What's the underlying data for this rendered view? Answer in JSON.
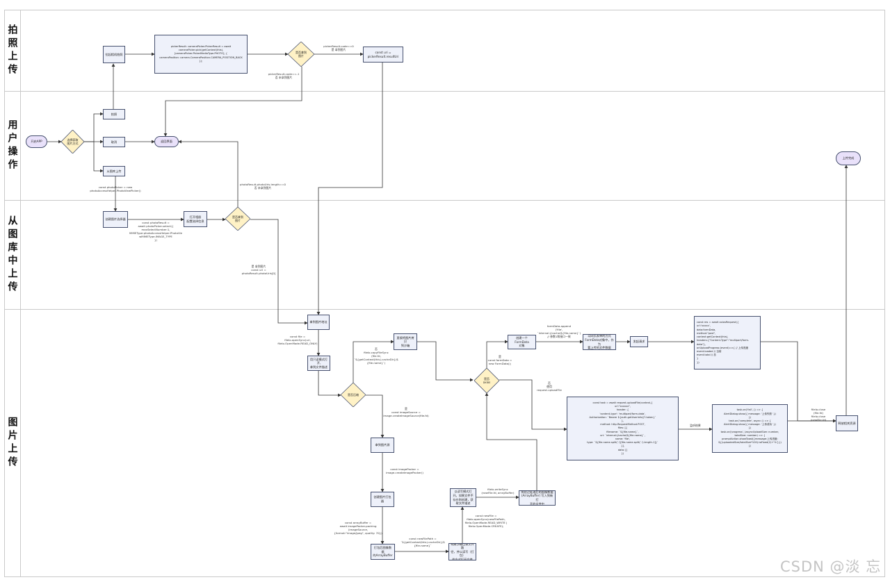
{
  "lanes": {
    "photo_upload": "拍照上传",
    "user_operation": "用户操作",
    "gallery_upload": "从图库中上传",
    "image_upload": "图片上传"
  },
  "nodes": {
    "start_app": "开启APP",
    "choose_method": "选择获取\n图片方式",
    "take_photo": "拍照",
    "cancel": "取消",
    "pick_from_gallery": "从图库上传",
    "return_page": "返回界面",
    "launch_camera": "拉起相机拍照",
    "camera_code": "pickerResult: cameraPicker.PickerResult = await\ncameraPicker.pick(getContext(this),\n[cameraPicker.PickerMediaType.PHOTO], {\ncameraPosition: camera.CameraPosition.CAMERA_POSITION_BACK\n});",
    "photo_taken_q": "是否拿到\n图片",
    "const_uri_camera": "const uri =\npickerResult.resultUri",
    "create_picker": "创建图片选择器",
    "open_gallery": "打开相册\n配置选择信息",
    "gallery_got_q": "是否拿到\n图片",
    "get_image_uri": "拿到图片地址",
    "open_readonly": "用只读模式打开,\n拿到文件描述",
    "choose_compress_q": "是否压缩",
    "copy_to_sandbox": "直接将图片拷贝\n到沙箱",
    "get_image_source": "拿到图片源",
    "create_packer": "创建图片打包器",
    "pack_to_buffer": "打包后图像数据\n的ArrayBuffer",
    "build_new_path": "构建沙箱目录文件路\n径，并以读写（打包）\n的方式打开文件",
    "write_mode_open": "以读写模式打\n开。如果文件不\n存在则创建，获\n取文件描述",
    "write_buffer": "将经过处理后的图像数据\n(ArrayBuffer) 写入到新打\n开的文件中",
    "use_axios_q": "是否\naxios",
    "create_formdata": "创建一个FormData\n对象",
    "set_headers": "以网页表单的方式\nFormData对象中，作为\n要上传的文件数据",
    "send_request": "发起请求",
    "axios_code": "const res =  await axiosRequest({\n  url:'xxxxx',\n  data:formData,\n  method:\"post\",\n  context:getContext(this),\n  headers:{\"Content-Type\":\"multipart/form-data\"},\n  onUploadProgress:(event)=>{  // 上传进度\n    event.loaded  // 当前\n    event.total  // 总\n  }\n})",
    "upload_task_code": "const task = await request.uploadFile(context,{\n  url:\"xxxxxx\",\n  header: {\n    'content-type': 'multipart/form-data',\n    Authorization: `Bearer ${auth.getUserInfo()?.token}`\n  },\n  method: http.RequestMethod.POST,\n  files: [{\n    filename: `${file.name}`,\n    uri: `internal://cache/${file.name}`,\n    name: 'file',\n    type: `${file.name.split('.')[file.name.split('.').length-1]}`\n  }],\n  data: []\n})",
    "task_events_code": "task.on('fail', () => {\n  AlertDialog.show({ message: '上传失败' })\n})\ntask.on('complete', async () => {\n  AlertDialog.show({ message: '上传成功' })\n})\ntask.on('progress', (asyncUploadSize: number,\n  totalSize: number) => {\n  promptAction.showToast({message:上传进度:\n  ${(uploadedSize/totalSize*100).toFixed(2)+'%'}})\n})",
    "clean_resources": "释放相关资源",
    "upload_done": "上传完成"
  },
  "labels": {
    "camera_yes": "pickerResult.code==0\n是  拿到图片",
    "camera_no": "pickerResult.code==-1\n否  未拿到图片",
    "photo_picker_new": "const photoPicker = new\nphotoAccessHelper.PhotoViewPicker()",
    "photo_select": "const photoResult =\nawait photoPicker.select({\nmaxSelectNumber:1,\nMIMEType:photoAccessHelper.PhotoVie\nwMIMEType.IMAGE_TYPE\n})",
    "gallery_no": "photoResult.photoUris.length==0\n否  未拿到图片",
    "gallery_yes": "是  拿到图片\nconst uri =\nphotoResult.photoUris[0]",
    "open_sync": "const file =\nfileIo.openSync(uri,\nfileIo.OpenMode.READ_ONLY)",
    "copy_no": "否\nfileIo.copyFileSync\n(file.fd,\n`${getContext(this).cacheDir}/$\n{file.name}`)",
    "compress_yes": "是\nconst imageSource =\nimage.createImageSource(file.fd)",
    "create_packer_lbl": "const imagePacker =\nimage.createImagePacker()",
    "packing_lbl": "const arrayBuffer =\nawait imagePacker.packing\n(imageSource,\n{format:\"image/jpeg\", quality: 70})",
    "new_path_lbl": "const newFilePath =\n`${getContext(this).cacheDir}/$\n{file.name}`",
    "new_file_lbl": "const newFile =\nfileIo.openSync(newFilePath,\nfileIo.OpenMode.READ_WRITE |\nfileIo.OpenMode.CREATE);",
    "write_sync_lbl": "fileIo.writeSync\n(newFile.fd, arrayBuffer)",
    "axios_yes": "是\nconst formData =\nnew FormData();",
    "axios_no": "否\n使用\nrequest.uploadFile",
    "formdata_append": "formData.append\n('file',\n`internal://cache/${file.name}`)\n// 参数1和接口一致",
    "listen_events": "监听结果",
    "close_files": "fileIo.close\n(file.fd)\nfileIo.close\n(newFile.fd)"
  },
  "watermark": "CSDN @淡  忘"
}
